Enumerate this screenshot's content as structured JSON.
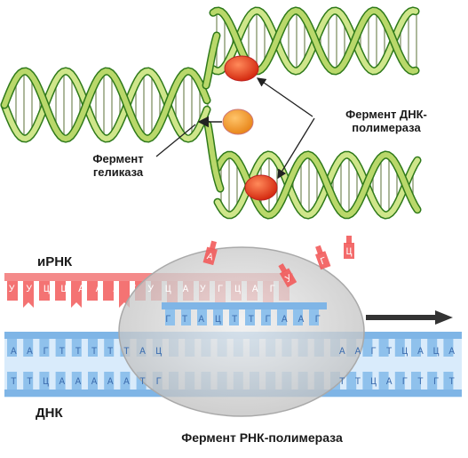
{
  "labels": {
    "dna_polymerase": "Фермент ДНК-полимераза",
    "helicase_line1": "Фермент",
    "helicase_line2": "геликаза",
    "mrna": "иРНК",
    "dna": "ДНК",
    "rna_polymerase": "Фермент РНК-полимераза"
  },
  "sequences": {
    "mrna": "УУЦЦАААГУЦАУГЦАГ",
    "dna_exposed": "ГТАЦТТГААГ",
    "dna_top_left": "ААГТТТТТАЦ",
    "dna_bottom_left": "ТТЦАААААТГ",
    "dna_top_right": "ААГТЦАЦА",
    "dna_bottom_right": "ТТЦАГТГТ",
    "free_nucleotides": [
      "У",
      "Г",
      "Ц",
      "А"
    ]
  },
  "colors": {
    "strand_light": "#b9d86a",
    "strand_dark": "#2f7a1a",
    "polymerase_red": "#e83a1c",
    "helicase_orange": "#f39a25",
    "mrna_red": "#f25b5b",
    "dna_blue": "#8fc1ec",
    "enzyme_grey": "#d4d4d4",
    "arrow_dark": "#333333"
  },
  "icons": {
    "direction_arrow": "right-arrow-icon"
  }
}
